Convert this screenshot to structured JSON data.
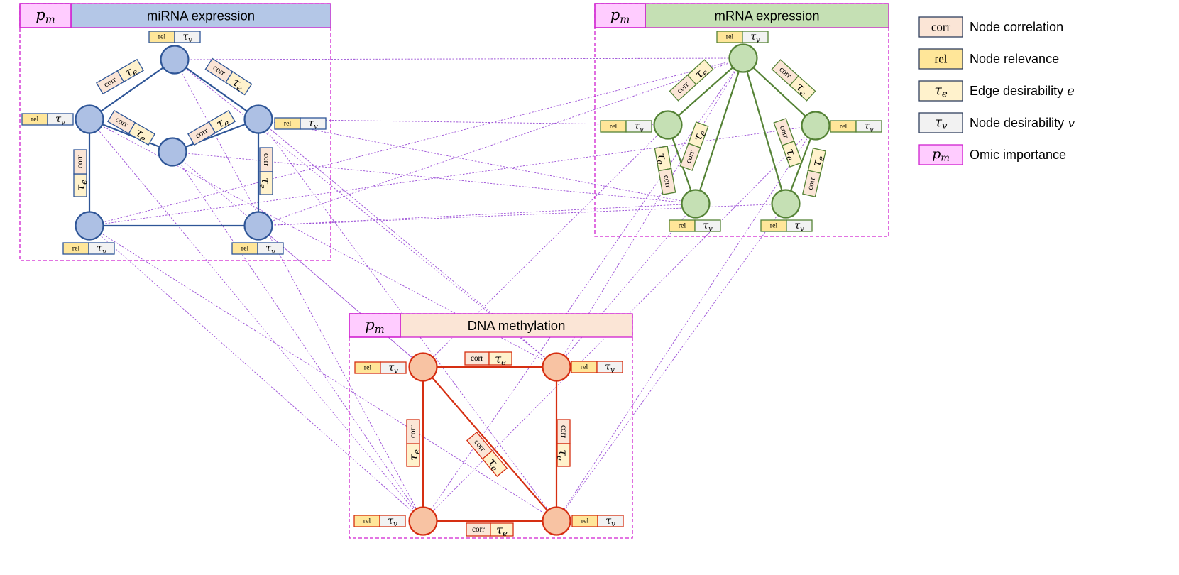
{
  "legend": [
    {
      "symbol": "corr",
      "label": "Node correlation",
      "fill": "#fbe5d6"
    },
    {
      "symbol": "rel",
      "label": "Node relevance",
      "fill": "#ffe699"
    },
    {
      "symbol": "τe",
      "label": "Edge desirability e",
      "fill": "#fff2cc"
    },
    {
      "symbol": "τv",
      "label": "Node desirability v",
      "fill": "#f2f2f2"
    },
    {
      "symbol": "pm",
      "label": "Omic importance",
      "fill": "#ffccff"
    }
  ],
  "colors": {
    "cross_edge": "#9b4fd6",
    "omic_border": "#d020d0",
    "mirna_node": "#adc0e4",
    "mirna_stroke": "#2e5597",
    "mrna_node": "#c5e0b4",
    "mrna_stroke": "#548235",
    "dna_node": "#f8c3a3",
    "dna_stroke": "#d62f12"
  },
  "omics": {
    "mirna": {
      "title": "miRNA expression",
      "importance": "pm",
      "header_color": "#b4c7e7"
    },
    "mrna": {
      "title": "mRNA expression",
      "importance": "pm",
      "header_color": "#c5e0b4"
    },
    "dna": {
      "title": "DNA methylation",
      "importance": "pm",
      "header_color": "#fbe5d6"
    }
  },
  "node_label": {
    "rel": "rel",
    "tau_v": "τv"
  },
  "edge_label": {
    "corr": "corr",
    "tau_e": "τe"
  }
}
